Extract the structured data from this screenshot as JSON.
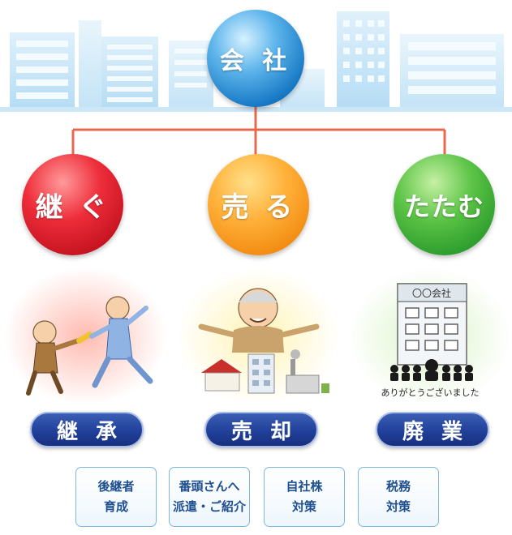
{
  "company": {
    "label": "会 社"
  },
  "options": [
    {
      "label": "継 ぐ",
      "result": "継承",
      "color": "#e32636"
    },
    {
      "label": "売 る",
      "result": "売却",
      "color": "#f7941d"
    },
    {
      "label": "たたむ",
      "result": "廃業",
      "color": "#3aab34"
    }
  ],
  "illustrations": {
    "closing_sign": "〇〇会社",
    "closing_caption": "ありがとうございました"
  },
  "services": [
    {
      "line1": "後継者",
      "line2": "育成"
    },
    {
      "line1": "番頭さんへ",
      "line2": "派遣・ご紹介"
    },
    {
      "line1": "自社株",
      "line2": "対策"
    },
    {
      "line1": "税務",
      "line2": "対策"
    }
  ],
  "colors": {
    "connector": "#e8684f",
    "pill": "#23419a",
    "service_border": "#7bb8e0",
    "service_text": "#1e4f8f"
  }
}
